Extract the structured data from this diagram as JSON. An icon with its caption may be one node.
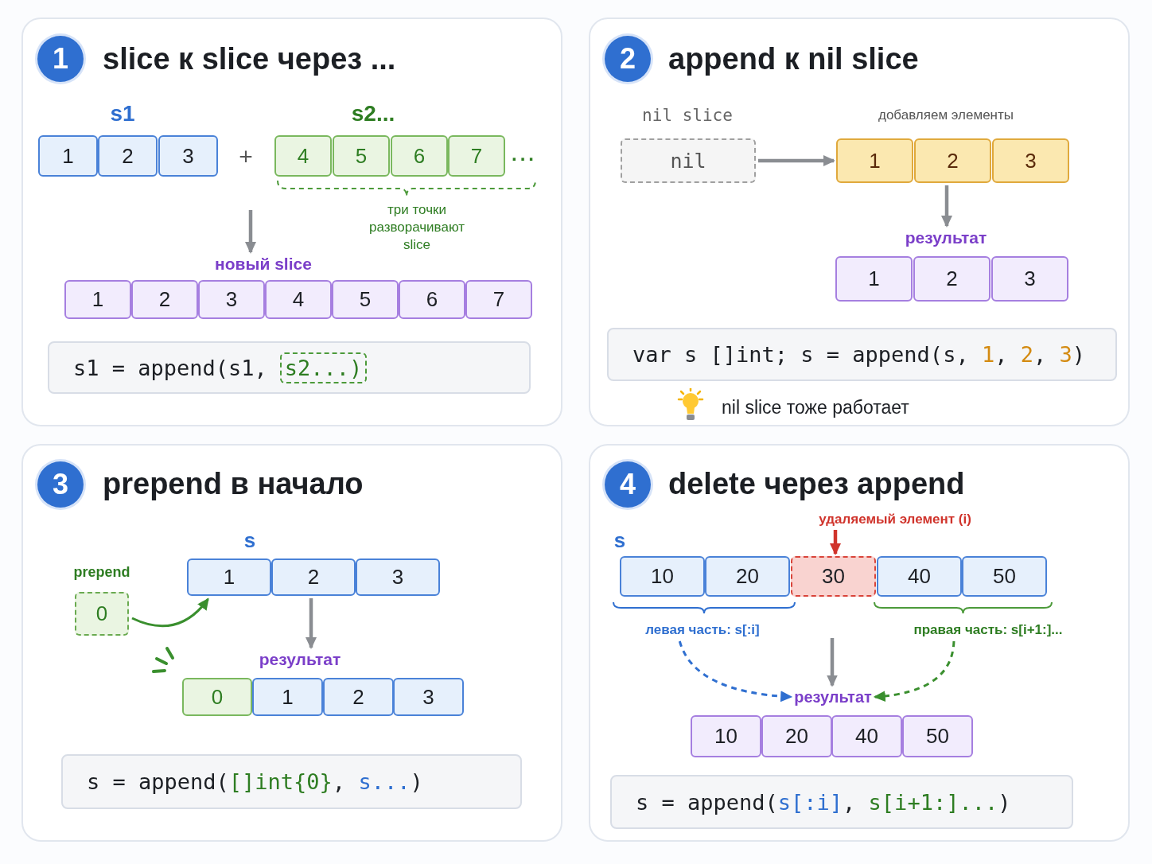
{
  "diagram": {
    "nodes": [
      {
        "text": [
          "slice к slice через ..."
        ]
      },
      {
        "text": [
          "1"
        ],
        "in": 0
      },
      {
        "text": [
          "1"
        ],
        "in": 0
      },
      {
        "text": [
          "2"
        ],
        "in": 0
      },
      {
        "text": [
          "3"
        ],
        "in": 0
      },
      {
        "text": [
          "4"
        ],
        "in": 0
      },
      {
        "text": [
          "5"
        ],
        "in": 0
      },
      {
        "text": [
          "6"
        ],
        "in": 0
      },
      {
        "text": [
          "7"
        ],
        "in": 0
      },
      {
        "text": [
          "новый slice"
        ],
        "in": 0
      },
      {
        "text": [
          "1"
        ],
        "in": 0
      },
      {
        "text": [
          "2"
        ],
        "in": 0
      },
      {
        "text": [
          "3"
        ],
        "in": 0
      },
      {
        "text": [
          "4"
        ],
        "in": 0
      },
      {
        "text": [
          "5"
        ],
        "in": 0
      },
      {
        "text": [
          "6"
        ],
        "in": 0
      },
      {
        "text": [
          "7"
        ],
        "in": 0
      },
      {
        "text": [
          "s1 = append(s1,"
        ],
        "in": 0
      },
      {
        "text": [
          "s2...)"
        ],
        "in": 17
      },
      {
        "text": [
          "append к nil slice"
        ]
      },
      {
        "text": [
          "2"
        ],
        "in": 19
      },
      {
        "text": [
          "nil"
        ],
        "in": 19
      },
      {
        "text": [
          "1"
        ],
        "in": 19
      },
      {
        "text": [
          "2"
        ],
        "in": 19
      },
      {
        "text": [
          "3"
        ],
        "in": 19
      },
      {
        "text": [
          "результат"
        ],
        "in": 19
      },
      {
        "text": [
          "1"
        ],
        "in": 19
      },
      {
        "text": [
          "2"
        ],
        "in": 19
      },
      {
        "text": [
          "3"
        ],
        "in": 19
      },
      {
        "text": [
          "var s []int; s = append(s, 1, 2, 3)"
        ],
        "in": 19
      },
      {
        "text": [
          "prepend в начало"
        ]
      },
      {
        "text": [
          "3"
        ],
        "in": 30
      },
      {
        "text": [
          "0"
        ],
        "in": 30
      },
      {
        "text": [
          "1"
        ],
        "in": 30
      },
      {
        "text": [
          "2"
        ],
        "in": 30
      },
      {
        "text": [
          "3"
        ],
        "in": 30
      },
      {
        "text": [
          "результат"
        ],
        "in": 30
      },
      {
        "text": [
          "0"
        ],
        "in": 30
      },
      {
        "text": [
          "1"
        ],
        "in": 30
      },
      {
        "text": [
          "2"
        ],
        "in": 30
      },
      {
        "text": [
          "3"
        ],
        "in": 30
      },
      {
        "text": [
          "s = append([]int{0}, s...)"
        ],
        "in": 30
      },
      {
        "text": [
          "delete через append"
        ]
      },
      {
        "text": [
          "4"
        ],
        "in": 42
      },
      {
        "text": [
          "удаляемый элемент (i)"
        ],
        "in": 42
      },
      {
        "text": [
          "10"
        ],
        "in": 42
      },
      {
        "text": [
          "20"
        ],
        "in": 42
      },
      {
        "text": [
          "30"
        ],
        "in": 42
      },
      {
        "text": [
          "40"
        ],
        "in": 42
      },
      {
        "text": [
          "50"
        ],
        "in": 42
      },
      {
        "text": [
          "левая часть: s[:i]"
        ],
        "in": 42
      },
      {
        "text": [
          "правая часть: s[i+1:]..."
        ],
        "in": 42
      },
      {
        "text": [
          "результат"
        ],
        "in": 42
      },
      {
        "text": [
          "10"
        ],
        "in": 42
      },
      {
        "text": [
          "20"
        ],
        "in": 42
      },
      {
        "text": [
          "40"
        ],
        "in": 42
      },
      {
        "text": [
          "50"
        ],
        "in": 42
      },
      {
        "text": [
          "s = append(s[:i], s[i+1:]...)"
        ],
        "in": 42
      }
    ],
    "edges": [
      {
        "from": null,
        "to": 9,
        "arrow": "to"
      },
      {
        "from": 21,
        "to": 22,
        "arrow": "to"
      },
      {
        "from": 23,
        "to": 25,
        "arrow": "to"
      },
      {
        "from": 32,
        "to": 33,
        "arrow": "to",
        "color": "#3a8f2e"
      },
      {
        "from": 34,
        "to": 36,
        "arrow": "to"
      },
      {
        "from": 44,
        "to": 47,
        "arrow": "to",
        "color": "#d0342c"
      },
      {
        "from": null,
        "to": 52,
        "arrow": "to"
      },
      {
        "from": 50,
        "to": 52,
        "arrow": "to",
        "style": "dashed",
        "color": "#2f6fd0"
      },
      {
        "from": 51,
        "to": 52,
        "arrow": "to",
        "style": "dashed",
        "color": "#3a8f2e"
      }
    ],
    "labels": [
      "s1",
      "s2...",
      "+",
      "...",
      "три точки разворачивают slice",
      "nil slice",
      "добавляем элементы",
      "nil slice тоже работает",
      "s",
      "prepend",
      "s"
    ]
  }
}
